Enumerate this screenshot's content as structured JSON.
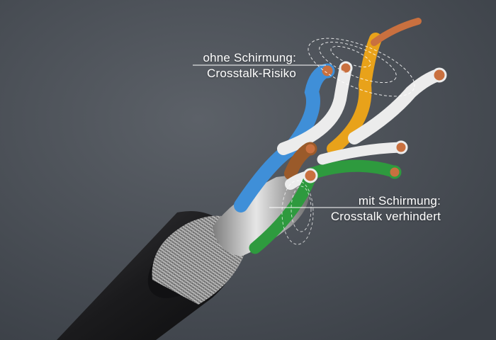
{
  "callouts": {
    "unshielded": {
      "line1": "ohne Schirmung:",
      "line2": "Crosstalk-Risiko"
    },
    "shielded": {
      "line1": "mit Schirmung:",
      "line2": "Crosstalk verhindert"
    }
  },
  "colors": {
    "background": "#4a5058",
    "jacket": "#1c1c1e",
    "braid": "#9a9a9a",
    "foil": "#b9b9b9",
    "pair_blue": "#3f8fd8",
    "pair_orange": "#e8a21a",
    "pair_brown": "#9a5a2a",
    "pair_green": "#2e9a3e",
    "copper": "#c9703f"
  },
  "annotation_style": "dashed-ellipses"
}
